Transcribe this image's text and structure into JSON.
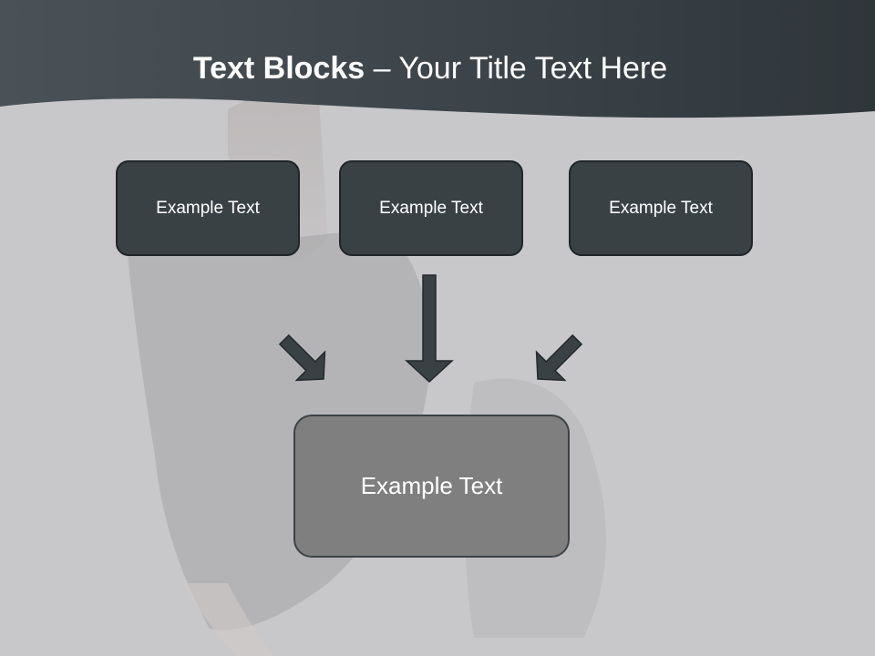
{
  "slide": {
    "title_bold": "Text Blocks",
    "title_rest": " – Your Title Text Here"
  },
  "blocks": {
    "top_left": "Example Text",
    "top_center": "Example Text",
    "top_right": "Example Text",
    "bottom": "Example Text"
  },
  "colors": {
    "header": "#3f474d",
    "background": "#c8c8ca",
    "box_dark": "#3a4145",
    "box_result": "#7f7f7f",
    "arrow": "#3a4145"
  }
}
